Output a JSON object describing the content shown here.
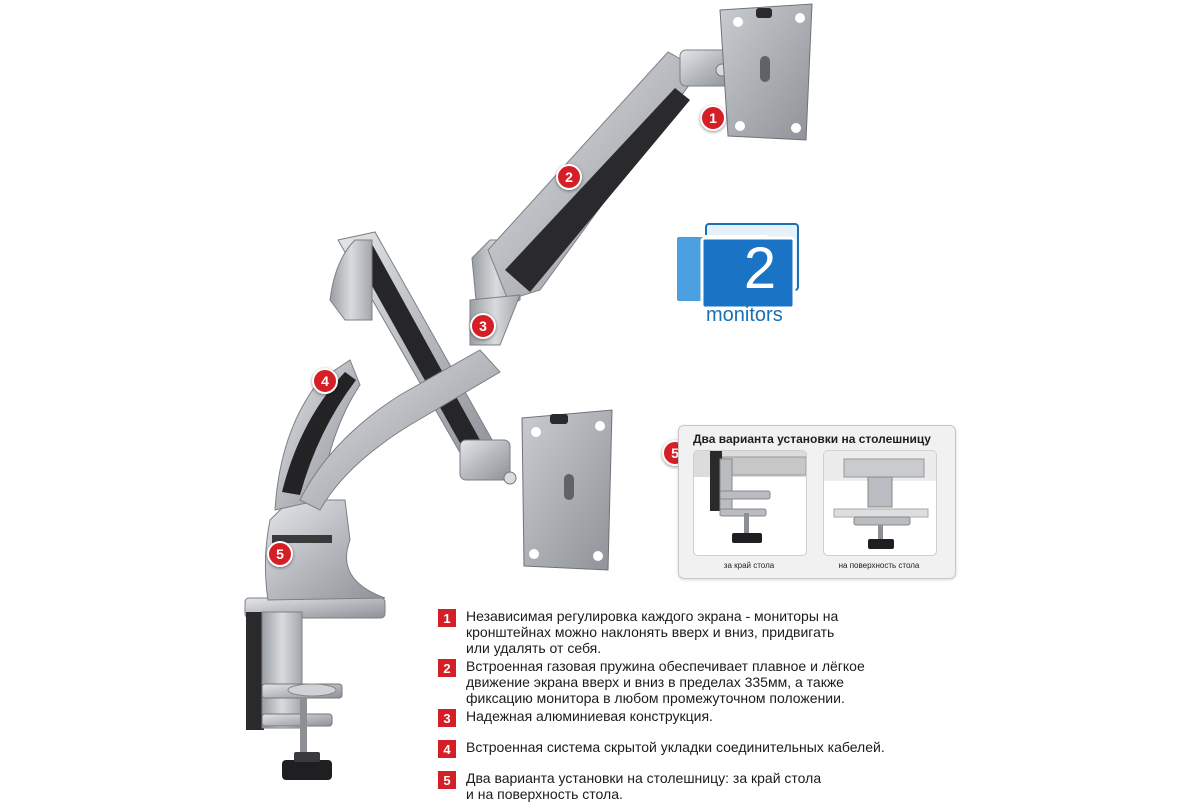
{
  "colors": {
    "accent_red": "#d51f26",
    "badge_blue": "#1a6fb5",
    "arm_silver": "#b9bcc1",
    "arm_dark": "#2b2b2d"
  },
  "markers": [
    "1",
    "2",
    "3",
    "4",
    "5",
    "5"
  ],
  "badge": {
    "number": "2",
    "label": "monitors"
  },
  "install_panel": {
    "marker": "5",
    "title": "Два варианта установки на столешницу",
    "options": [
      {
        "caption": "за край стола",
        "icon": "edge-clamp-icon"
      },
      {
        "caption": "на поверхность стола",
        "icon": "grommet-mount-icon"
      }
    ]
  },
  "features": [
    {
      "num": "1",
      "text": "Независимая регулировка каждого экрана - мониторы на\nкронштейнах можно наклонять вверх и вниз, придвигать\nили удалять от себя."
    },
    {
      "num": "2",
      "text": "Встроенная газовая пружина обеспечивает плавное и лёгкое\n движение экрана вверх и вниз в пределах 335мм, а также\n фиксацию монитора в любом промежуточном положении."
    },
    {
      "num": "3",
      "text": "Надежная алюминиевая конструкция."
    },
    {
      "num": "4",
      "text": "Встроенная система скрытой укладки соединительных кабелей."
    },
    {
      "num": "5",
      "text": "Два варианта установки на столешницу: за край стола\nи на поверхность стола."
    }
  ]
}
